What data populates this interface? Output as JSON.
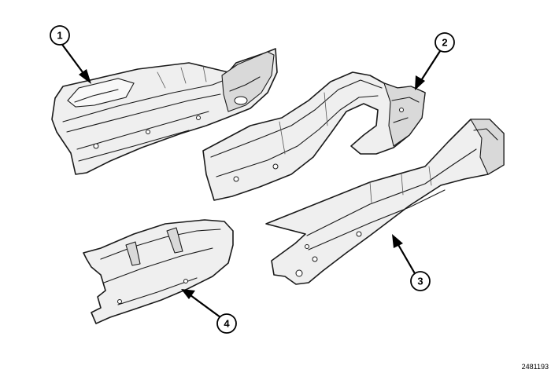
{
  "figure": {
    "id": "2481193",
    "callouts": [
      {
        "label": "1"
      },
      {
        "label": "2"
      },
      {
        "label": "3"
      },
      {
        "label": "4"
      }
    ]
  }
}
